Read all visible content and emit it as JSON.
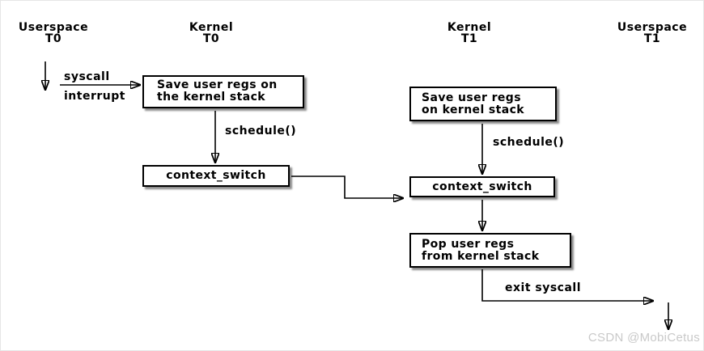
{
  "diagram": {
    "title_implied": "",
    "columns": [
      {
        "line1": "Userspace",
        "line2": "T0"
      },
      {
        "line1": "Kernel",
        "line2": "T0"
      },
      {
        "line1": "Kernel",
        "line2": "T1"
      },
      {
        "line1": "Userspace",
        "line2": "T1"
      }
    ],
    "boxes": [
      {
        "line1": "Save user regs on",
        "line2": "the kernel stack"
      },
      {
        "label": "context_switch"
      },
      {
        "line1": "Save user regs",
        "line2": "on kernel stack"
      },
      {
        "label": "context_switch"
      },
      {
        "line1": "Pop user regs",
        "line2": "from kernel stack"
      }
    ],
    "edge_labels": {
      "syscall": "syscall",
      "interrupt": "interrupt",
      "schedule_t0": "schedule()",
      "schedule_t1": "schedule()",
      "exit_syscall": "exit syscall"
    },
    "watermark": "CSDN @MobiCetus"
  },
  "colors": {
    "line": "#000000",
    "box_bg": "#ffffff",
    "box_border": "#000000",
    "shadow": "rgba(0,0,0,0.45)",
    "watermark": "#c9c9c9",
    "background": "#ffffff"
  }
}
